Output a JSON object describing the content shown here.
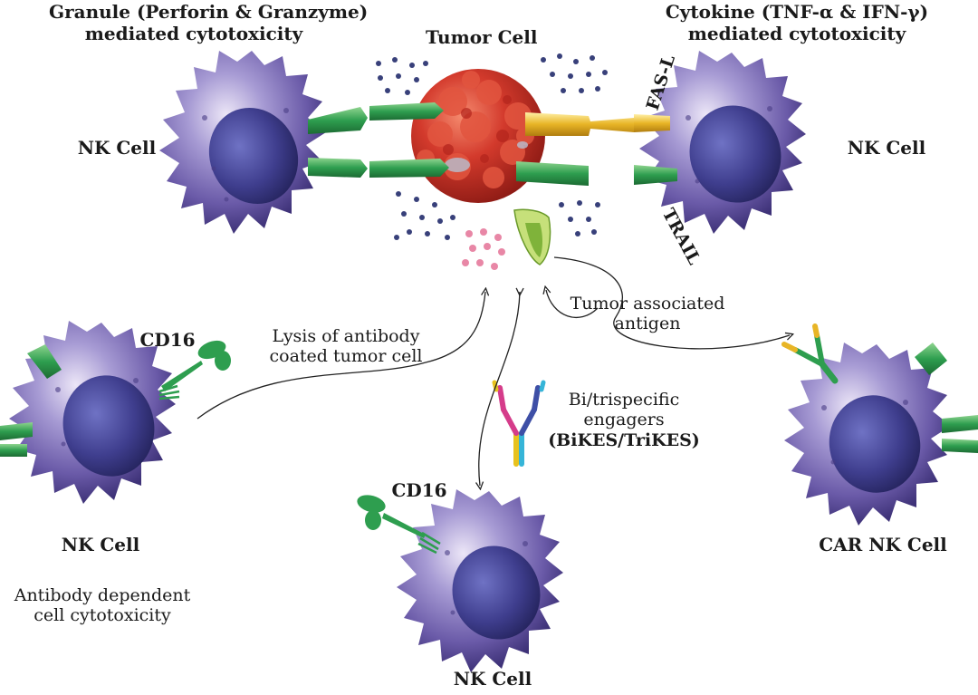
{
  "labels": {
    "granule_line1": "Granule (Perforin & Granzyme)",
    "granule_line2": "mediated cytotoxicity",
    "tumor_cell": "Tumor Cell",
    "cytokine_line1": "Cytokine (TNF-α & IFN-γ)",
    "cytokine_line2": "mediated cytotoxicity",
    "nk_cell_left": "NK Cell",
    "nk_cell_right": "NK Cell",
    "fas_l": "FAS-L",
    "trail": "TRAIL",
    "cd16_left": "CD16",
    "lysis_line1": "Lysis of antibody",
    "lysis_line2": "coated tumor cell",
    "taa_line1": "Tumor associated",
    "taa_line2": "antigen",
    "bike_line1": "Bi/trispecific",
    "bike_line2": "engagers",
    "bike_line3": "(BiKES/TriKES)",
    "cd16_bottom": "CD16",
    "nk_cell_adcc": "NK Cell",
    "adcc_line1": "Antibody dependent",
    "adcc_line2": "cell cytotoxicity",
    "car_nk_cell": "CAR NK Cell",
    "nk_cell_bottom": "NK Cell"
  },
  "colors": {
    "nk_cell": "#7a6bb5",
    "nucleus": "#3f3e8e",
    "tumor": "#d33a2c",
    "receptor": "#2e9e4f",
    "fas_ligand": "#e8b526",
    "granule": "#38407a",
    "cytokine_dot": "#e887a6",
    "antibody_magenta": "#d53c8a",
    "antibody_yellow": "#e8c21e",
    "antibody_blue": "#3e4fa6",
    "antibody_cyan": "#36b5d8"
  }
}
